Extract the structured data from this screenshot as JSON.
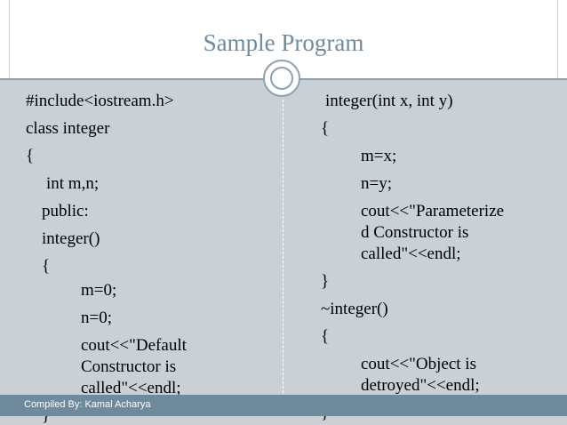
{
  "slide": {
    "title": "Sample Program",
    "footer": "Compiled By: Kamal Acharya",
    "left_code": [
      "#include<iostream.h>",
      "class integer",
      "{",
      "int m,n;",
      "public:",
      "integer()",
      "{",
      "m=0;",
      "n=0;",
      "cout<<\"Default",
      "Constructor is",
      "called\"<<endl;",
      "}"
    ],
    "right_code": [
      "integer(int x, int y)",
      "{",
      "m=x;",
      "n=y;",
      "cout<<\"Parameterize",
      "d Constructor is",
      "called\"<<endl;",
      "}",
      "~integer()",
      "{",
      "cout<<\"Object is",
      "detroyed\"<<endl;",
      "}"
    ]
  }
}
